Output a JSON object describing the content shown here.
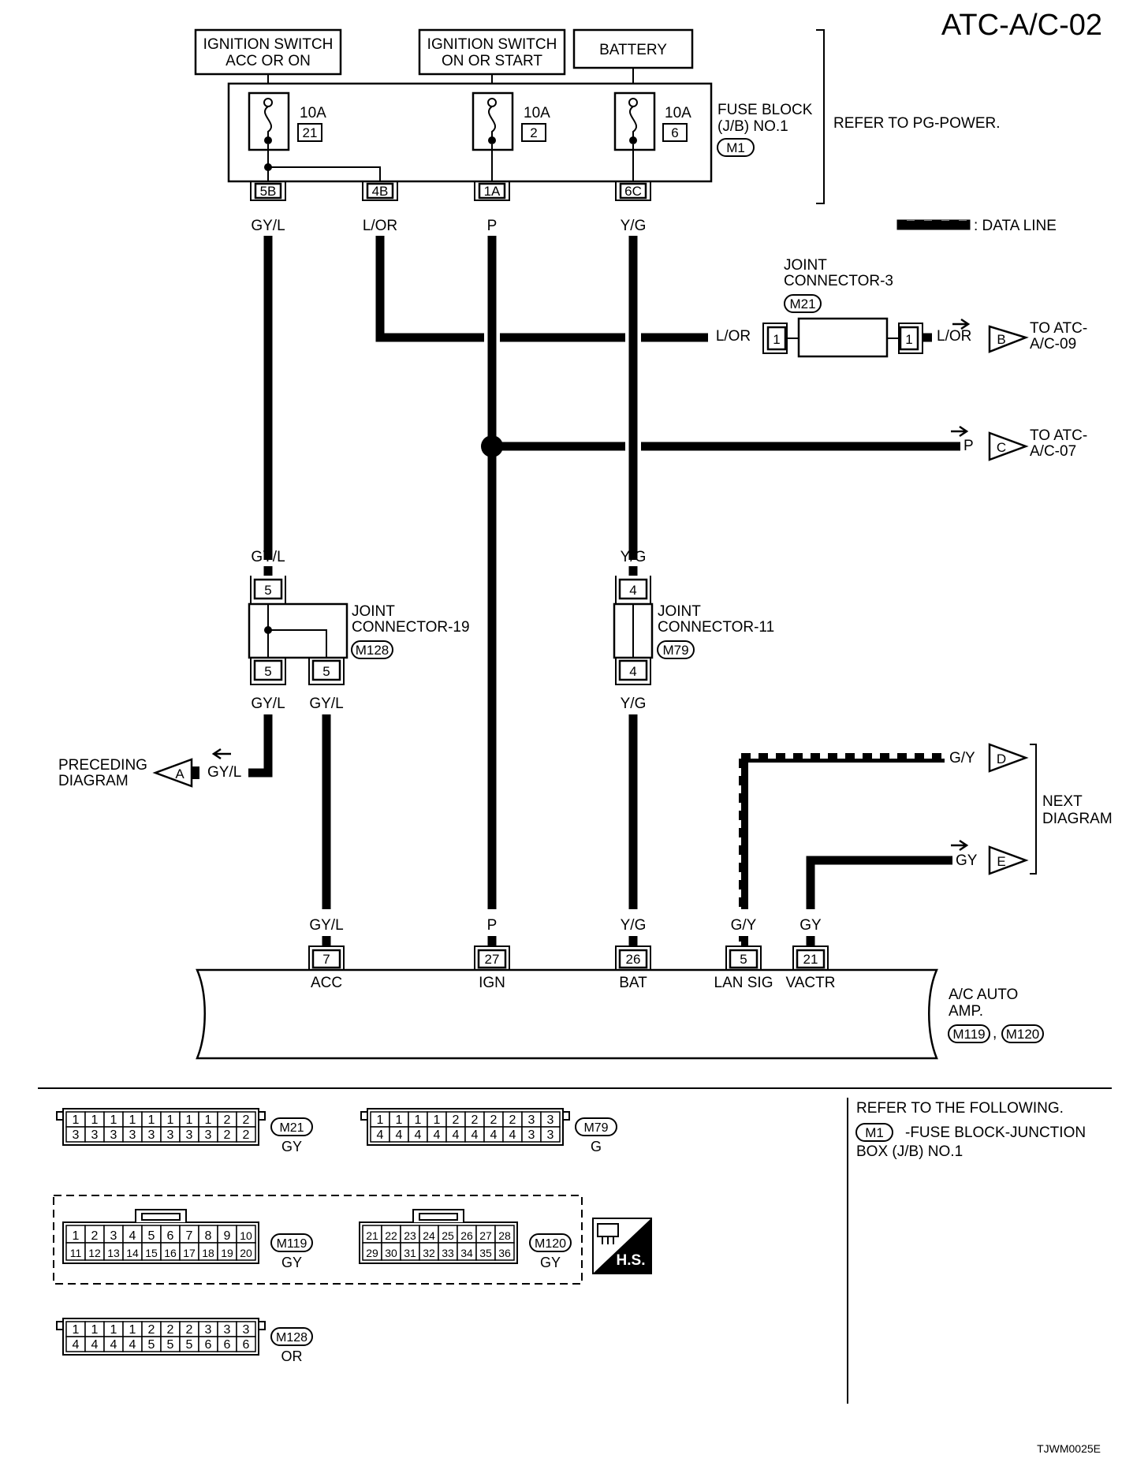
{
  "page": {
    "title": "ATC-A/C-02",
    "code": "TJWM0025E"
  },
  "sources": {
    "ign_acc": [
      "IGNITION SWITCH",
      "ACC OR ON"
    ],
    "ign_start": [
      "IGNITION SWITCH",
      "ON OR START"
    ],
    "battery": "BATTERY",
    "refer": "REFER TO PG-POWER."
  },
  "fuse_block": {
    "lines": [
      "FUSE BLOCK",
      "(J/B) NO.1"
    ],
    "connector": "M1",
    "fuses": [
      {
        "amp": "10A",
        "num": "21"
      },
      {
        "amp": "10A",
        "num": "2"
      },
      {
        "amp": "10A",
        "num": "6"
      }
    ],
    "terminals": [
      "5B",
      "4B",
      "1A",
      "6C"
    ]
  },
  "legend": {
    "data_line": ": DATA LINE"
  },
  "wires": {
    "gyl": "GY/L",
    "lor": "L/OR",
    "p": "P",
    "yg": "Y/G",
    "gy_data": "G/Y",
    "gy": "GY"
  },
  "joint3": {
    "lines": [
      "JOINT",
      "CONNECTOR-3"
    ],
    "connector": "M21",
    "pins": [
      "1",
      "1"
    ],
    "in_wire": "L/OR",
    "out_wire": "L/OR"
  },
  "offpage": {
    "b": {
      "letter": "B",
      "lines": [
        "TO ATC-",
        "A/C-09"
      ]
    },
    "c": {
      "letter": "C",
      "lines": [
        "TO ATC-",
        "A/C-07"
      ],
      "wire": "P"
    },
    "a": {
      "letter": "A",
      "lines": [
        "PRECEDING",
        "DIAGRAM"
      ],
      "wire": "GY/L"
    },
    "d": {
      "letter": "D",
      "wire": "G/Y"
    },
    "e": {
      "letter": "E",
      "wire": "GY"
    },
    "next": [
      "NEXT",
      "DIAGRAM"
    ]
  },
  "joint19": {
    "lines": [
      "JOINT",
      "CONNECTOR-19"
    ],
    "connector": "M128",
    "pin_top": "5",
    "pins_bottom": [
      "5",
      "5"
    ]
  },
  "joint11": {
    "lines": [
      "JOINT",
      "CONNECTOR-11"
    ],
    "connector": "M79",
    "pin_top": "4",
    "pin_bottom": "4"
  },
  "amp": {
    "lines": [
      "A/C AUTO",
      "AMP."
    ],
    "connectors": [
      "M119",
      "M120"
    ],
    "sep": ",",
    "pins": [
      {
        "wire": "GY/L",
        "num": "7",
        "label": "ACC"
      },
      {
        "wire": "P",
        "num": "27",
        "label": "IGN"
      },
      {
        "wire": "Y/G",
        "num": "26",
        "label": "BAT"
      },
      {
        "wire": "G/Y",
        "num": "5",
        "label": "LAN SIG"
      },
      {
        "wire": "GY",
        "num": "21",
        "label": "VACTR"
      }
    ]
  },
  "connector_views": {
    "m21": {
      "name": "M21",
      "color": "GY",
      "row1": [
        "1",
        "1",
        "1",
        "1",
        "1",
        "1",
        "1",
        "1",
        "2",
        "2"
      ],
      "row2": [
        "3",
        "3",
        "3",
        "3",
        "3",
        "3",
        "3",
        "3",
        "2",
        "2"
      ]
    },
    "m79": {
      "name": "M79",
      "color": "G",
      "row1": [
        "1",
        "1",
        "1",
        "1",
        "2",
        "2",
        "2",
        "2",
        "3",
        "3"
      ],
      "row2": [
        "4",
        "4",
        "4",
        "4",
        "4",
        "4",
        "4",
        "4",
        "3",
        "3"
      ]
    },
    "m119": {
      "name": "M119",
      "color": "GY",
      "row1": [
        "1",
        "2",
        "3",
        "4",
        "5",
        "6",
        "7",
        "8",
        "9",
        "10"
      ],
      "row2": [
        "11",
        "12",
        "13",
        "14",
        "15",
        "16",
        "17",
        "18",
        "19",
        "20"
      ]
    },
    "m120": {
      "name": "M120",
      "color": "GY",
      "row1": [
        "21",
        "22",
        "23",
        "24",
        "25",
        "26",
        "27",
        "28"
      ],
      "row2": [
        "29",
        "30",
        "31",
        "32",
        "33",
        "34",
        "35",
        "36"
      ]
    },
    "m128": {
      "name": "M128",
      "color": "OR",
      "row1": [
        "1",
        "1",
        "1",
        "1",
        "2",
        "2",
        "2",
        "3",
        "3",
        "3"
      ],
      "row2": [
        "4",
        "4",
        "4",
        "4",
        "5",
        "5",
        "5",
        "6",
        "6",
        "6"
      ]
    }
  },
  "hs_badge": "H.S.",
  "refer_following": {
    "title": "REFER TO THE FOLLOWING.",
    "connector": "M1",
    "desc": [
      "-FUSE BLOCK-JUNCTION",
      "BOX (J/B) NO.1"
    ]
  }
}
